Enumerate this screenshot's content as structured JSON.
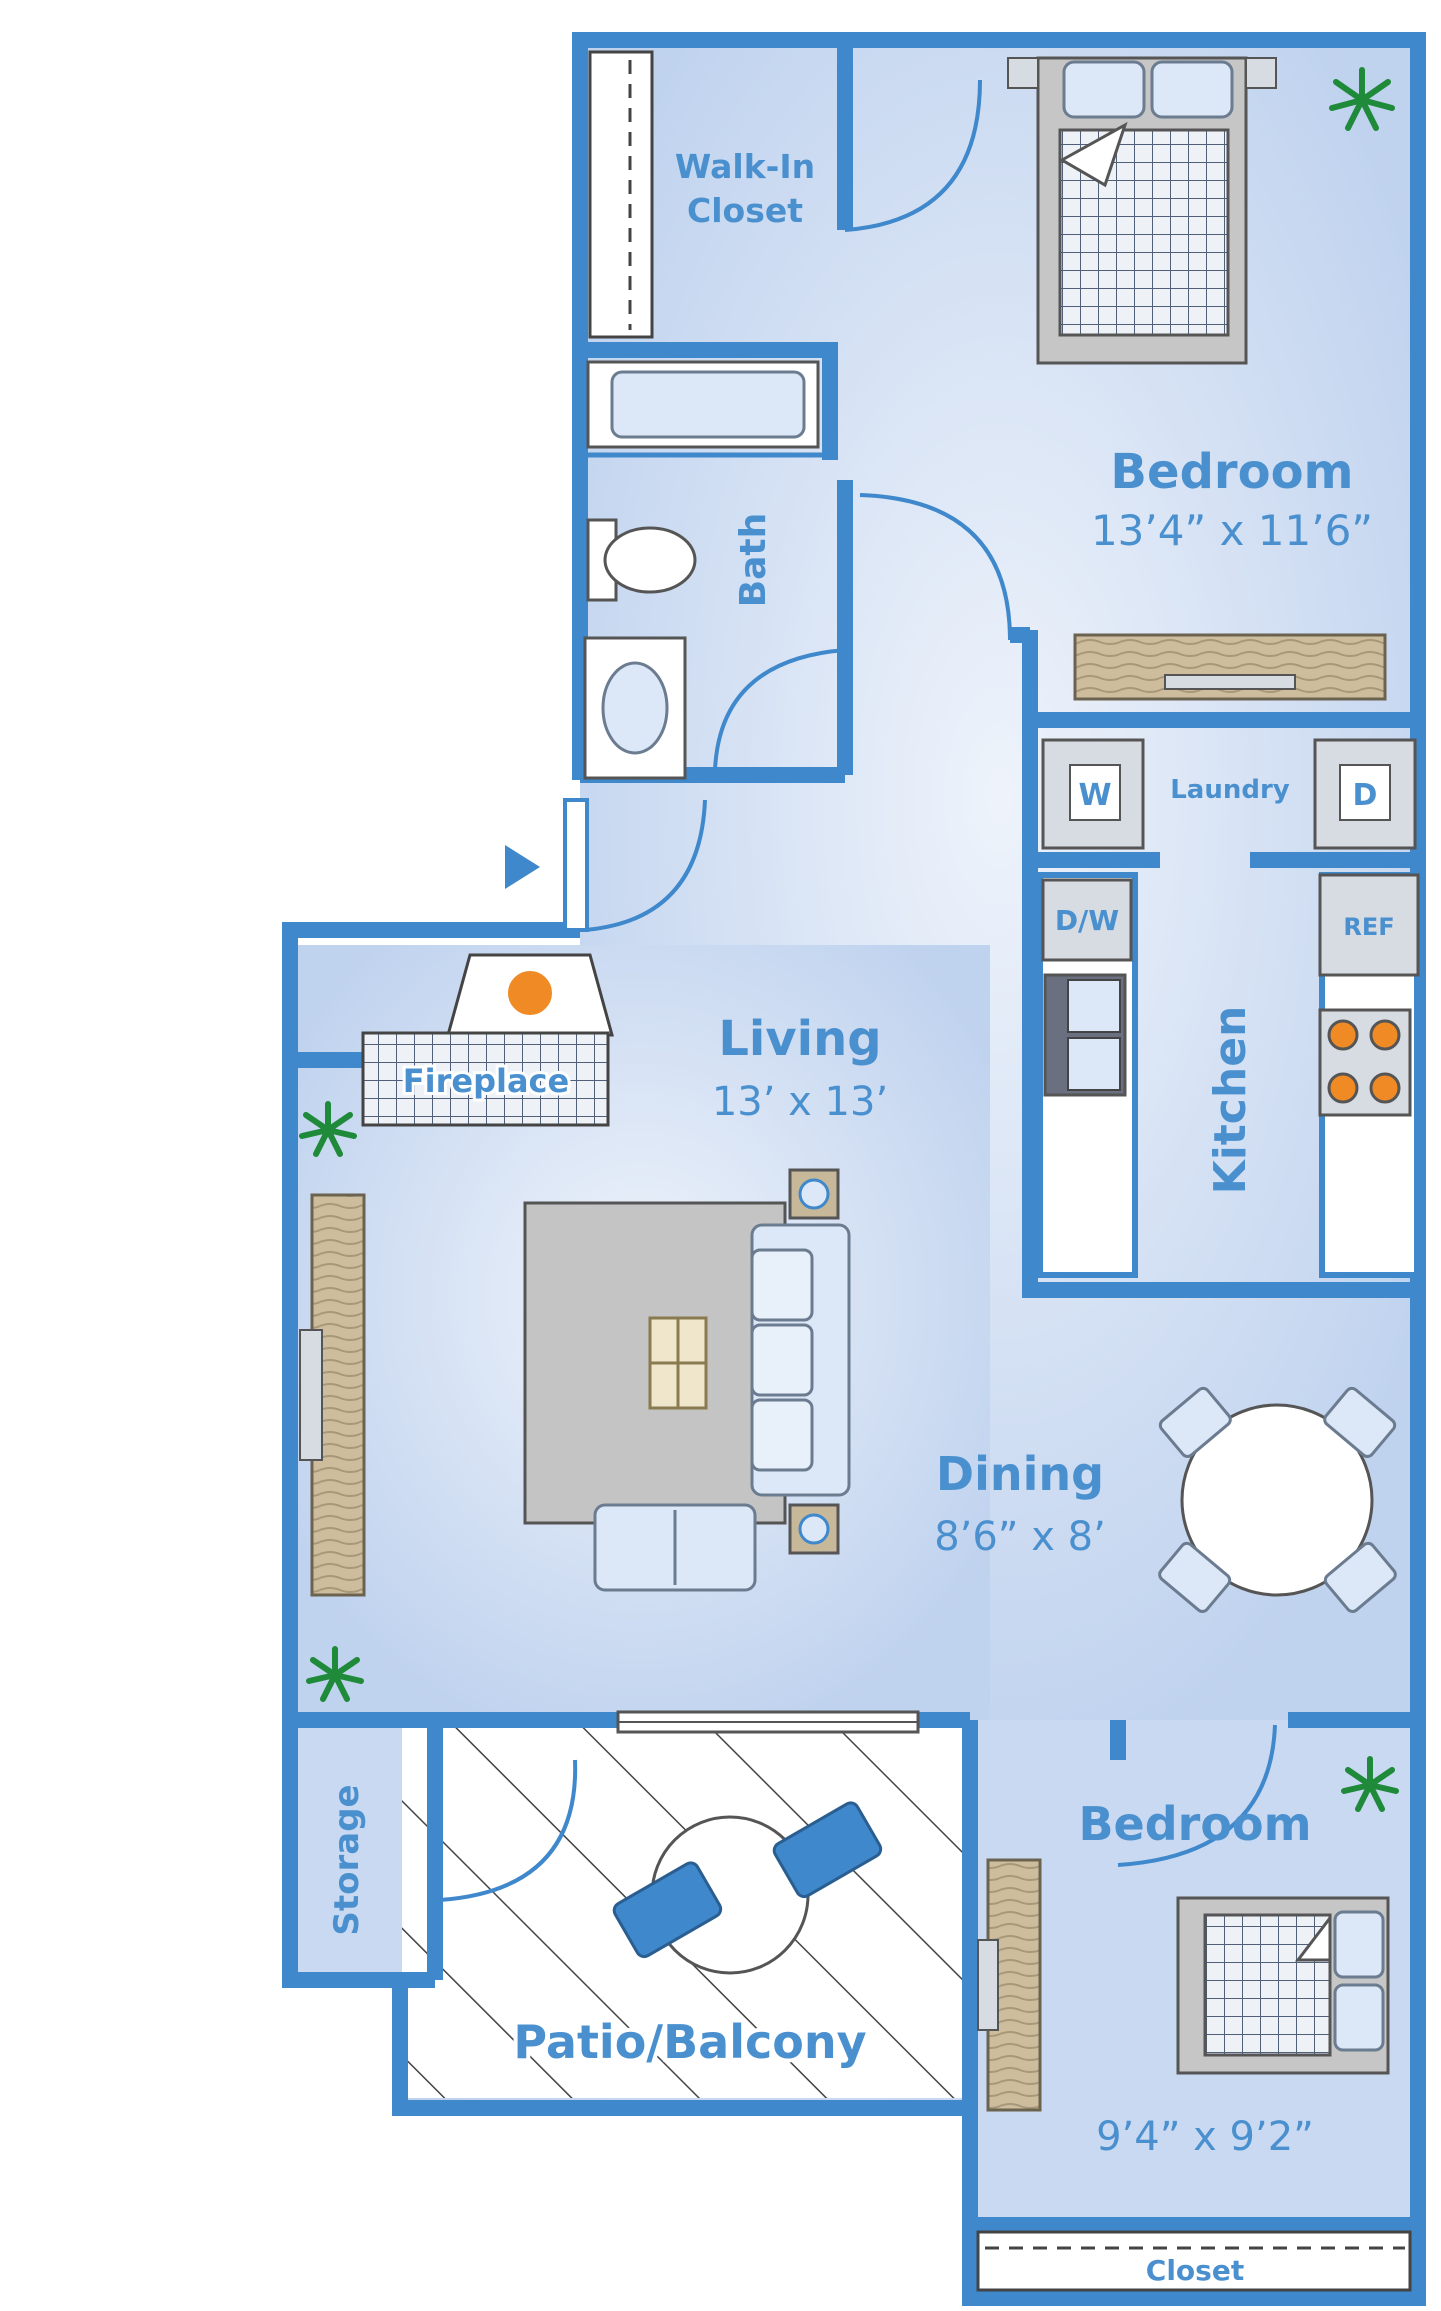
{
  "rooms": {
    "walk_in_closet": {
      "line1": "Walk-In",
      "line2": "Closet"
    },
    "bath": {
      "label": "Bath"
    },
    "master_bedroom": {
      "label": "Bedroom",
      "dimensions": "13’4” x 11’6”"
    },
    "laundry": {
      "label": "Laundry",
      "washer": "W",
      "dryer": "D"
    },
    "kitchen": {
      "label": "Kitchen",
      "dishwasher": "D/W",
      "refrigerator": "REF"
    },
    "fireplace": {
      "label": "Fireplace"
    },
    "living": {
      "label": "Living",
      "dimensions": "13’ x 13’"
    },
    "dining": {
      "label": "Dining",
      "dimensions": "8’6” x 8’"
    },
    "storage": {
      "label": "Storage"
    },
    "patio": {
      "label": "Patio/Balcony"
    },
    "second_bedroom": {
      "label": "Bedroom",
      "dimensions": "9’4” x 9’2”"
    },
    "closet": {
      "label": "Closet"
    }
  },
  "colors": {
    "wall": "#3f88cc",
    "floor": "#c9d9f1",
    "floor_center": "#eef3fb",
    "text": "#4a90cf",
    "plant": "#1f8a3a",
    "burner": "#f08a24"
  },
  "icons": [
    "entry-arrow-icon",
    "plant-icon",
    "fireplace-flame-icon"
  ]
}
